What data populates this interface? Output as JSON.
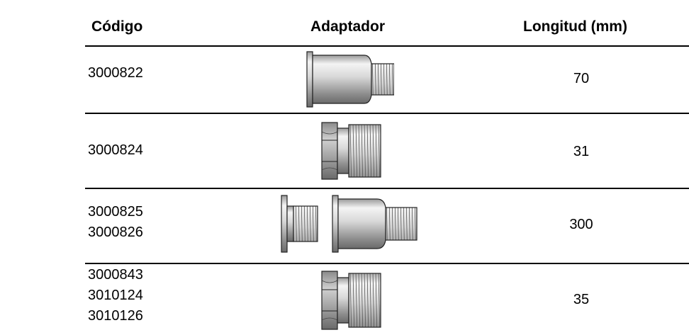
{
  "table": {
    "headers": {
      "codigo": "Código",
      "adaptador": "Adaptador",
      "longitud": "Longitud (mm)"
    },
    "rows": [
      {
        "codes": [
          "3000822"
        ],
        "adapter": "straight-threaded-adapter-long",
        "length": "70"
      },
      {
        "codes": [
          "3000824"
        ],
        "adapter": "hex-nut-threaded-adapter",
        "length": "31"
      },
      {
        "codes": [
          "3000825",
          "3000826"
        ],
        "adapter": "two-piece-threaded-adapter-set",
        "length": "300"
      },
      {
        "codes": [
          "3000843",
          "3010124",
          "3010126"
        ],
        "adapter": "hex-nut-threaded-adapter",
        "length": "35"
      }
    ]
  }
}
